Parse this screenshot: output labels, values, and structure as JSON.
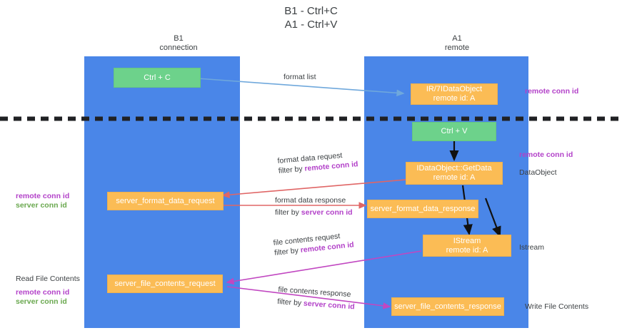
{
  "title": {
    "line1": "B1 - Ctrl+C",
    "line2": "A1 - Ctrl+V"
  },
  "columns": [
    {
      "name": "B1",
      "role": "connection"
    },
    {
      "name": "A1",
      "role": "remote"
    }
  ],
  "colors": {
    "lane": "#4a86e8",
    "node_green": "#6dd28b",
    "node_orange": "#fbbc55",
    "accent_purple": "#b342c9",
    "accent_green": "#6aa84f",
    "arrow_blue": "#6fa8dc",
    "arrow_red": "#e06666",
    "arrow_magenta": "#c147c1",
    "arrow_black": "#000000",
    "text": "#3c4043",
    "divider": "#202124"
  },
  "nodes": {
    "ctrl_c": {
      "label": "Ctrl + C",
      "type": "green"
    },
    "idataobject": {
      "line1": "IR/7IDataObject",
      "line2": "remote id: A",
      "type": "orange"
    },
    "ctrl_v": {
      "label": "Ctrl + V",
      "type": "green"
    },
    "getdata": {
      "line1": "IDataObject::GetData",
      "line2": "remote id: A",
      "type": "orange"
    },
    "server_format_data_request": {
      "label": "server_format_data_request",
      "type": "orange"
    },
    "server_format_data_response": {
      "label": "server_format_data_response",
      "type": "orange"
    },
    "istream": {
      "line1": "IStream",
      "line2": "remote id: A",
      "type": "orange"
    },
    "server_file_contents_request": {
      "label": "server_file_contents_request",
      "type": "orange"
    },
    "server_file_contents_response": {
      "label": "server_file_contents_response",
      "type": "orange"
    }
  },
  "edge_labels": {
    "format_list": "format list",
    "format_data_request": "format data request",
    "format_data_request_filter_prefix": "filter by ",
    "format_data_request_filter_key": "remote conn id",
    "format_data_response": "format data response",
    "format_data_response_filter_prefix": "filter by ",
    "format_data_response_filter_key": "server conn id",
    "file_contents_request": "file contents request",
    "file_contents_request_filter_prefix": "filter by ",
    "file_contents_request_filter_key": "remote conn id",
    "file_contents_response": "file contents response",
    "file_contents_response_filter_prefix": "filter by ",
    "file_contents_response_filter_key": "server conn id"
  },
  "annotations": {
    "right_remote_conn_id_top": "remote conn id",
    "right_remote_conn_id_mid": "remote conn id",
    "right_dataobject": "DataObject",
    "right_istream": "Istream",
    "right_write_file_contents": "Write File Contents",
    "left_remote_conn_id_mid": "remote conn id",
    "left_server_conn_id_mid": "server conn id",
    "left_read_file_contents": "Read File Contents",
    "left_remote_conn_id_bottom": "remote conn id",
    "left_server_conn_id_bottom": "server conn id"
  }
}
